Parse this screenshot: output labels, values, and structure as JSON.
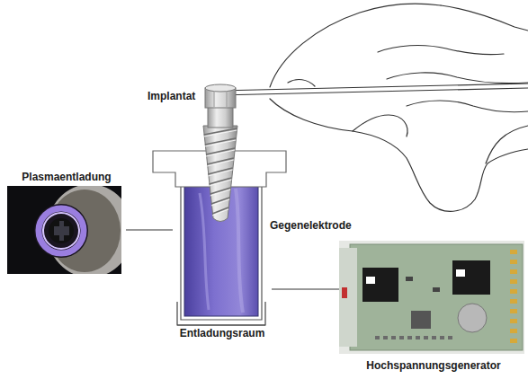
{
  "diagram": {
    "nodes": [
      {
        "text": [
          "Plasmaentladung"
        ]
      },
      {
        "text": [
          "Entladungsraum"
        ]
      },
      {
        "text": [
          "Hochspannungsgenerator"
        ]
      }
    ],
    "edges": [
      {
        "from": 0,
        "to": 1,
        "arrow": "none"
      },
      {
        "from": 1,
        "to": 2,
        "arrow": "none"
      }
    ],
    "labels": [
      "Implantat",
      "Gegenelektrode"
    ]
  }
}
